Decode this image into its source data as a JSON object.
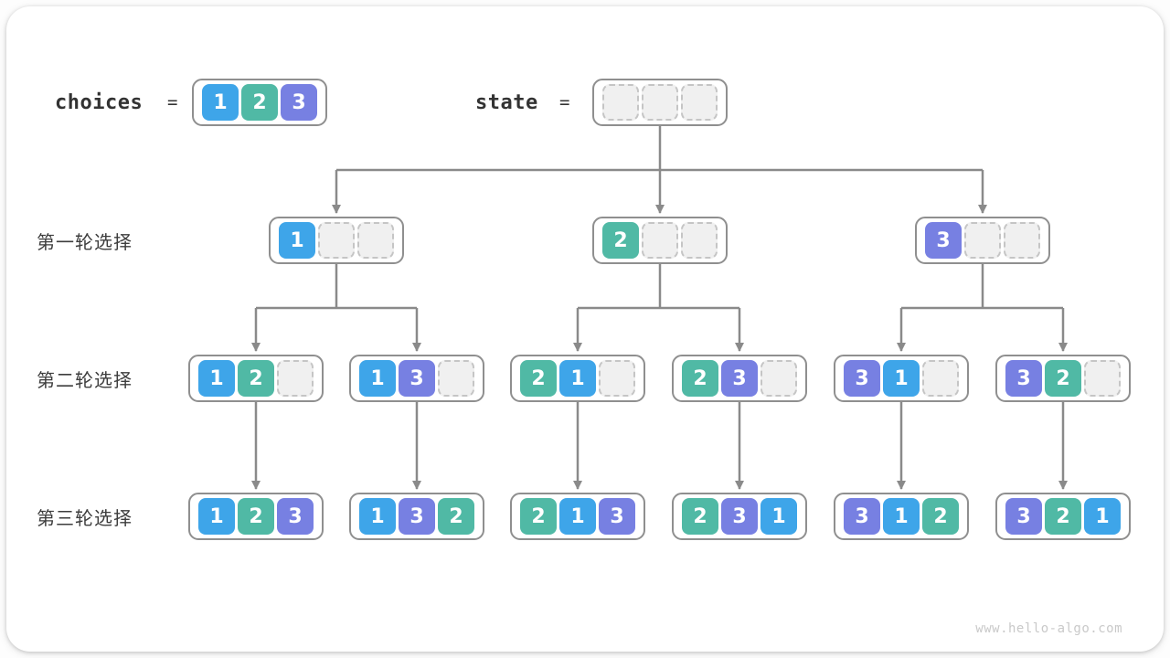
{
  "page": {
    "watermark": "www.hello-algo.com"
  },
  "colors": {
    "cell1": "#3EA5E9",
    "cell2": "#50B9A5",
    "cell3": "#7780E2",
    "arrow": "#8A8A8A",
    "node_border": "#8F8F8F",
    "empty_fill": "#F0F0F0",
    "empty_border": "#C5C5C5"
  },
  "header": {
    "choices": {
      "label": "choices",
      "equals": "=",
      "cells": [
        "1",
        "2",
        "3"
      ]
    },
    "state": {
      "label": "state",
      "equals": "=",
      "cells": [
        "",
        "",
        ""
      ]
    }
  },
  "rows": [
    {
      "label": "第一轮选择",
      "nodes": [
        [
          "1",
          "",
          ""
        ],
        [
          "2",
          "",
          ""
        ],
        [
          "3",
          "",
          ""
        ]
      ]
    },
    {
      "label": "第二轮选择",
      "nodes": [
        [
          "1",
          "2",
          ""
        ],
        [
          "1",
          "3",
          ""
        ],
        [
          "2",
          "1",
          ""
        ],
        [
          "2",
          "3",
          ""
        ],
        [
          "3",
          "1",
          ""
        ],
        [
          "3",
          "2",
          ""
        ]
      ]
    },
    {
      "label": "第三轮选择",
      "nodes": [
        [
          "1",
          "2",
          "3"
        ],
        [
          "1",
          "3",
          "2"
        ],
        [
          "2",
          "1",
          "3"
        ],
        [
          "2",
          "3",
          "1"
        ],
        [
          "3",
          "1",
          "2"
        ],
        [
          "3",
          "2",
          "1"
        ]
      ]
    }
  ]
}
